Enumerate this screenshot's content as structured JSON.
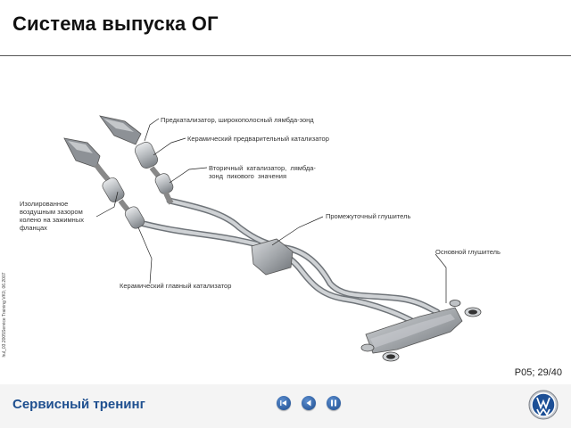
{
  "header": {
    "title": "Система выпуска ОГ"
  },
  "side_note": "hul_03.2005Service Training VK0, 06.2007",
  "labels": {
    "precat": "Предкатализатор,  широкополосный  лямбда-зонд",
    "ceramic_pre": "Керамический  предварительный  катализатор",
    "secondary": "Вторичный  катализатор,  лямбда-\nзонд  пикового  значения",
    "insulated": "Изолированное\nвоздушным зазором\nколено на зажимных\nфланцах",
    "middle": "Промежуточный  глушитель",
    "main_muffler": "Основной  глушитель",
    "ceramic_main": "Керамический  главный  катализатор"
  },
  "page": "P05; 29/40",
  "footer": {
    "title": "Сервисный тренинг",
    "buttons": [
      "first-page",
      "previous-page",
      "pause"
    ]
  },
  "colors": {
    "brand_blue": "#1e4f8f",
    "pipe": "#b9bcc0"
  }
}
